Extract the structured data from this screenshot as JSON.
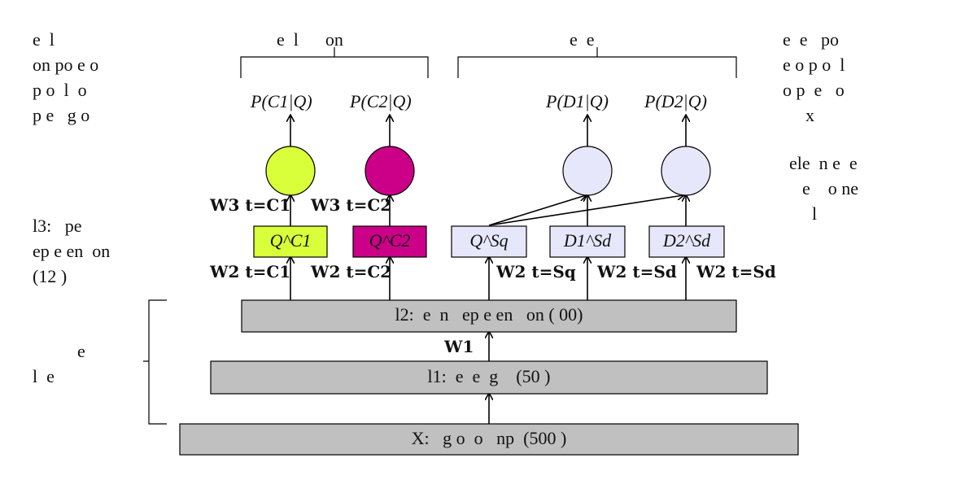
{
  "left_note_top": {
    "lines": [
      "e  l",
      "on po e o",
      "p o  l  o",
      "p e   g o"
    ]
  },
  "left_note_l3": {
    "lines": [
      "l3:   pe",
      "ep e en  on",
      "(12 )"
    ]
  },
  "left_note_shared": {
    "lines": [
      "e",
      "l  e"
    ]
  },
  "right_note_top": {
    "lines": [
      "e  e   po",
      "e o p o  l",
      "o p  e   o",
      "x"
    ]
  },
  "right_note_mid": {
    "lines": [
      "ele  n e  e",
      "e    o ne",
      "l"
    ]
  },
  "group_labels": {
    "classification": "e  l      on",
    "ranking": "e  e"
  },
  "outputs": {
    "pc1": "P(C1|Q)",
    "pc2": "P(C2|Q)",
    "pd1": "P(D1|Q)",
    "pd2": "P(D2|Q)"
  },
  "task_boxes": {
    "qc1": "Q^C1",
    "qc2": "Q^C2",
    "qsq": "Q^Sq",
    "d1": "D1^Sd",
    "d2": "D2^Sd"
  },
  "weights": {
    "w3_c1": "W3 t=C1",
    "w3_c2": "W3 t=C2",
    "w2_c1": "W2 t=C1",
    "w2_c2": "W2 t=C2",
    "w2_sq": "W2 t=Sq",
    "w2_sd1": "W2 t=Sd",
    "w2_sd2": "W2 t=Sd",
    "w1": "W1"
  },
  "shared_layers": {
    "l2": "l2:  e  n   ep e en   on ( 00)",
    "l1": "l1:  e  e  g    (50 )",
    "x": "X:   g o  o   np  (500 )"
  },
  "colors": {
    "lime": "#d9ff3a",
    "magenta": "#cc0088",
    "lavender": "#e7e7fb",
    "gray_layer": "#c0c0c0"
  }
}
